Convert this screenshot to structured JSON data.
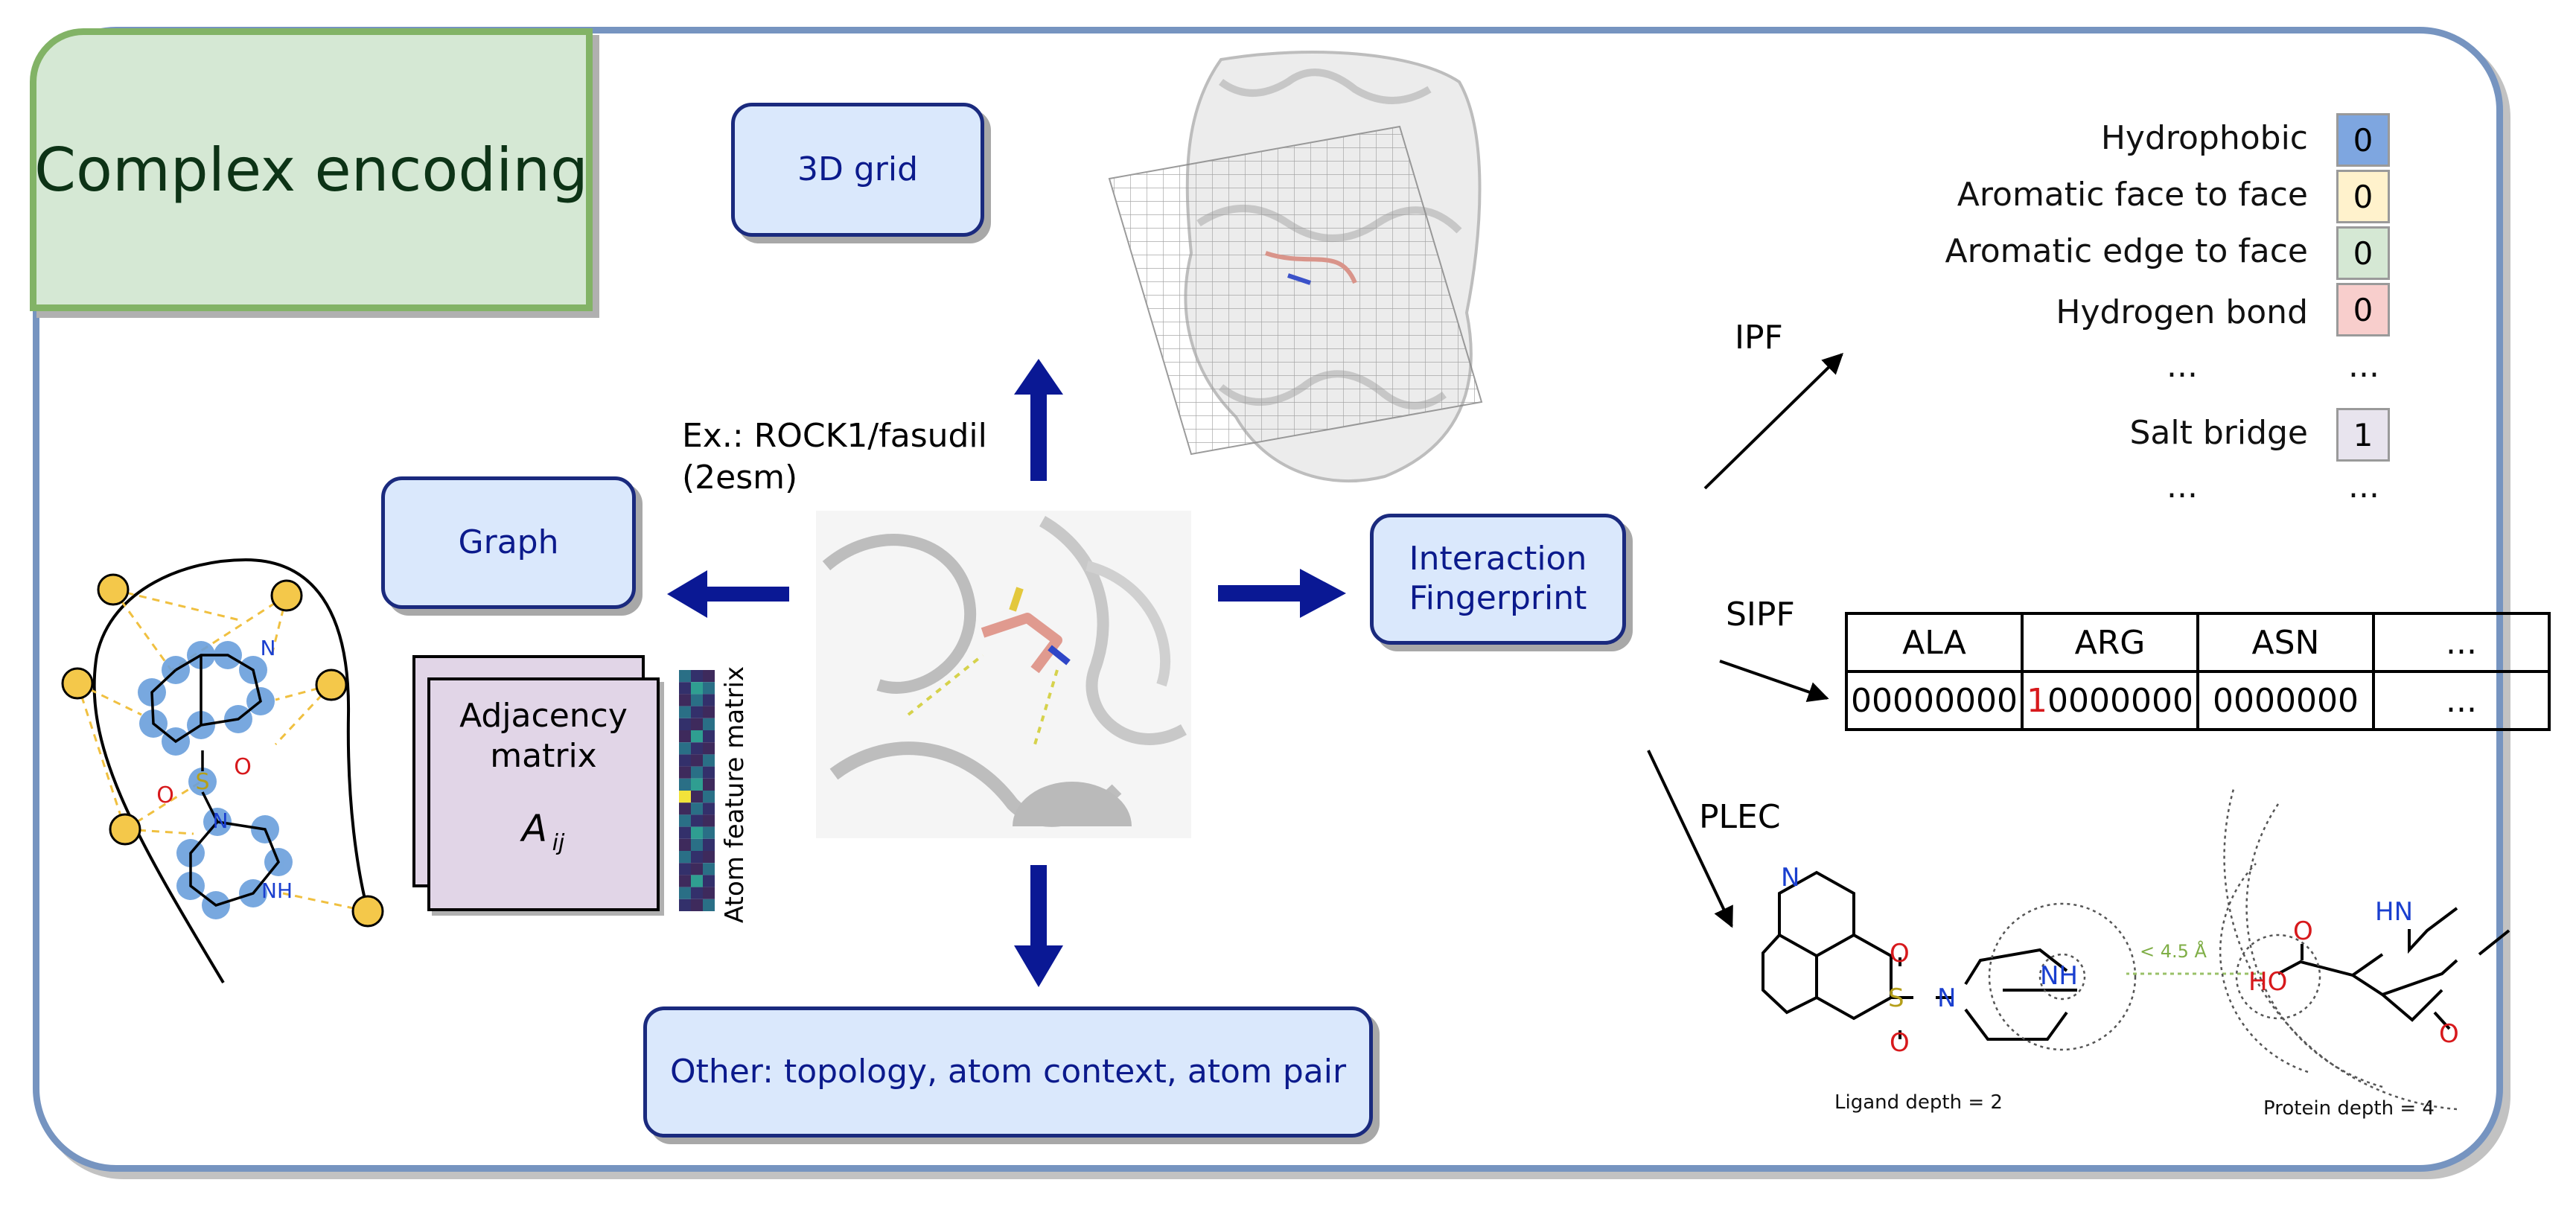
{
  "title": "Complex encoding",
  "center_label": {
    "line1": "Ex.: ROCK1/fasudil",
    "line2": "(2esm)"
  },
  "methods": {
    "grid": "3D grid",
    "graph": "Graph",
    "fingerprint_line1": "Interaction",
    "fingerprint_line2": "Fingerprint",
    "other": "Other: topology, atom context, atom pair"
  },
  "graph_panel": {
    "matrix_line1": "Adjacency",
    "matrix_line2": "matrix",
    "matrix_symbol": "A",
    "matrix_sub": "ij",
    "feature_matrix_label": "Atom feature matrix",
    "sulfonyl_s": "S",
    "sulfonyl_o": "O",
    "ring_n": "N",
    "nh": "NH"
  },
  "fingerprint_types": {
    "ipf": "IPF",
    "sipf": "SIPF",
    "plec": "PLEC"
  },
  "ipf": {
    "rows": [
      {
        "label": "Hydrophobic",
        "value": "0",
        "color": "#7ea6e0"
      },
      {
        "label": "Aromatic face to face",
        "value": "0",
        "color": "#fff2cc"
      },
      {
        "label": "Aromatic edge to face",
        "value": "0",
        "color": "#d5e8d4"
      },
      {
        "label": "Hydrogen bond",
        "value": "0",
        "color": "#f8cecc"
      },
      {
        "label": "Salt bridge",
        "value": "1",
        "color": "#e8e4ee"
      }
    ],
    "ellipsis": "..."
  },
  "sipf": {
    "headers": [
      "ALA",
      "ARG",
      "ASN",
      "..."
    ],
    "values": [
      "00000000",
      "0000000",
      "0000000",
      "..."
    ],
    "arg_highlight": "1"
  },
  "plec": {
    "ligand_depth": "Ligand depth = 2",
    "protein_depth": "Protein depth = 4",
    "distance": "< 4.5 Å",
    "atoms": {
      "n": "N",
      "s": "S",
      "o": "O",
      "nh": "NH",
      "hn": "HN",
      "ho": "HO"
    }
  },
  "colors": {
    "frame": "#7694c0",
    "accent": "#0b1a8c",
    "arrow": "#0a1894",
    "node": "#f4c84a",
    "atom_dot": "#6a9fdc"
  }
}
